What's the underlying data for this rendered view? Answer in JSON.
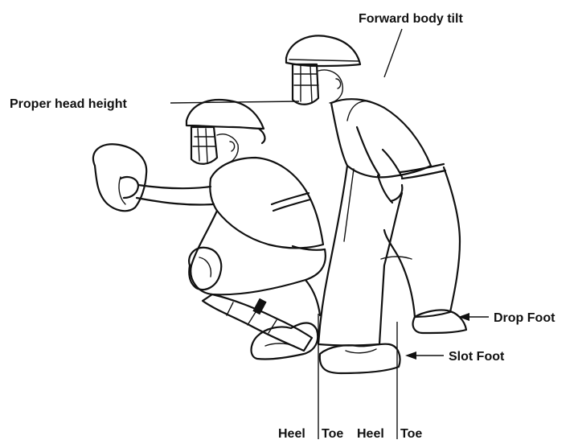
{
  "labels": {
    "forward_body_tilt": "Forward body tilt",
    "proper_head_height": "Proper head height",
    "drop_foot": "Drop Foot",
    "slot_foot": "Slot Foot",
    "heel_1": "Heel",
    "toe_1": "Toe",
    "heel_2": "Heel",
    "toe_2": "Toe"
  },
  "colors": {
    "ink": "#111111",
    "background": "#ffffff"
  }
}
